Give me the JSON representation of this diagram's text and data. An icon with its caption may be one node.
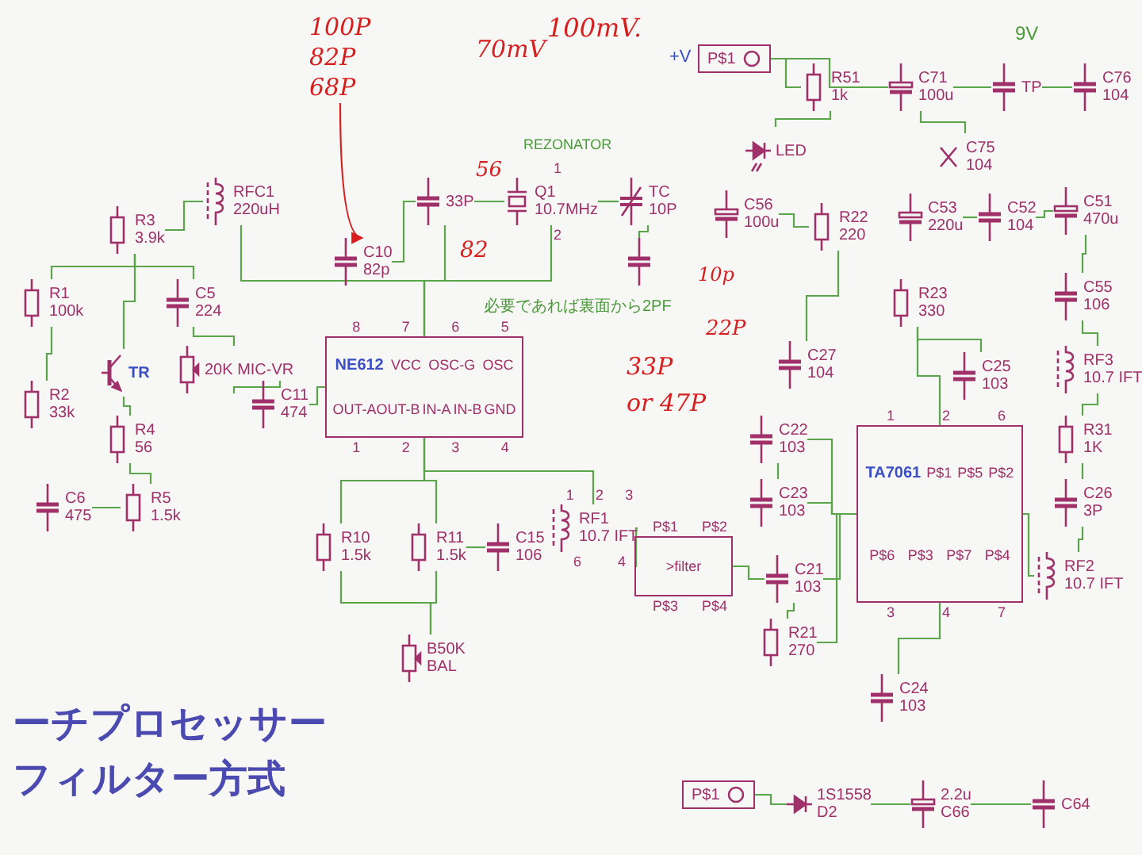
{
  "diagram": {
    "nodes": [
      {
        "text": [
          "100P",
          "82P",
          "68P"
        ]
      },
      {
        "text": [
          "P$1"
        ],
        "beside": [
          "+V"
        ]
      },
      {
        "text": [
          "R51",
          "1k"
        ]
      },
      {
        "text": [
          "LED"
        ]
      },
      {
        "text": [
          "C71",
          "100u"
        ]
      },
      {
        "text": [
          "C75",
          "104"
        ]
      },
      {
        "text": [
          "TP"
        ]
      },
      {
        "text": [
          "C76",
          "104"
        ]
      },
      {
        "text": [
          "RFC1",
          "220uH"
        ]
      },
      {
        "text": [
          "C10",
          "82p"
        ]
      },
      {
        "text": [
          "33P"
        ]
      },
      {
        "text": [
          "Q1",
          "10.7MHz"
        ],
        "beside": [
          "1",
          "2"
        ]
      },
      {
        "text": [
          "TC",
          "10P"
        ]
      },
      {
        "text": [],
        "shape": "capacitor"
      },
      {
        "text": [
          "C56",
          "100u"
        ]
      },
      {
        "text": [
          "R22",
          "220"
        ]
      },
      {
        "text": [
          "C53",
          "220u"
        ]
      },
      {
        "text": [
          "C52",
          "104"
        ]
      },
      {
        "text": [
          "C51",
          "470u"
        ]
      },
      {
        "text": [
          "R1",
          "100k"
        ]
      },
      {
        "text": [
          "R3",
          "3.9k"
        ]
      },
      {
        "text": [
          "C5",
          "224"
        ]
      },
      {
        "text": [
          "TR"
        ]
      },
      {
        "text": [
          "20K MIC-VR"
        ]
      },
      {
        "text": [
          "R2",
          "33k"
        ]
      },
      {
        "text": [
          "R4",
          "56"
        ]
      },
      {
        "text": [
          "C11",
          "474"
        ]
      },
      {
        "text": [
          "NE612",
          "VCC",
          "OSC-G",
          "OSC",
          "OUT-AOUT-B",
          "IN-A",
          "IN-B",
          "GND"
        ],
        "beside": [
          "8",
          "7",
          "6",
          "5",
          "1",
          "2",
          "3",
          "4"
        ]
      },
      {
        "text": [
          "R23",
          "330"
        ]
      },
      {
        "text": [
          "C55",
          "106"
        ]
      },
      {
        "text": [
          "C27",
          "104"
        ]
      },
      {
        "text": [
          "C25",
          "103"
        ]
      },
      {
        "text": [
          "RF3",
          "10.7 IFT"
        ]
      },
      {
        "text": [
          "C6",
          "475"
        ]
      },
      {
        "text": [
          "R5",
          "1.5k"
        ]
      },
      {
        "text": [
          "C22",
          "103"
        ]
      },
      {
        "text": [
          "TA7061",
          "P$1",
          "P$5",
          "P$2",
          "P$6",
          "P$3",
          "P$7",
          "P$4"
        ],
        "beside": [
          "1",
          "2",
          "6",
          "3",
          "4",
          "7"
        ]
      },
      {
        "text": [
          "R31",
          "1K"
        ]
      },
      {
        "text": [
          "C23",
          "103"
        ]
      },
      {
        "text": [
          "R10",
          "1.5k"
        ]
      },
      {
        "text": [
          "R11",
          "1.5k"
        ]
      },
      {
        "text": [
          "C15",
          "106"
        ]
      },
      {
        "text": [
          "RF1",
          "10.7 IFT"
        ],
        "beside": [
          "1",
          "2",
          "3",
          "6",
          "4"
        ]
      },
      {
        "text": [
          ">filter"
        ],
        "beside": [
          "P$1",
          "P$2",
          "P$3",
          "P$4"
        ]
      },
      {
        "text": [
          "C21",
          "103"
        ]
      },
      {
        "text": [
          "RF2",
          "10.7 IFT"
        ]
      },
      {
        "text": [
          "C26",
          "3P"
        ]
      },
      {
        "text": [
          "R21",
          "270"
        ]
      },
      {
        "text": [
          "C24",
          "103"
        ]
      },
      {
        "text": [
          "B50K",
          "BAL"
        ]
      },
      {
        "text": [
          "P$1"
        ]
      },
      {
        "text": [
          "1S1558",
          "D2"
        ]
      },
      {
        "text": [
          "2.2u",
          "C66"
        ]
      },
      {
        "text": [
          "C64"
        ]
      }
    ],
    "edges": [
      {
        "from": 0,
        "to": 9,
        "arrow": "to",
        "color": "#d62020"
      },
      {
        "from": 1,
        "to": 2,
        "arrow": "none"
      },
      {
        "from": 2,
        "to": 3,
        "arrow": "none"
      },
      {
        "from": 1,
        "to": 4,
        "arrow": "none"
      },
      {
        "from": 4,
        "to": 6,
        "arrow": "none"
      },
      {
        "from": 6,
        "to": 7,
        "arrow": "none"
      },
      {
        "from": 4,
        "to": 5,
        "arrow": "none"
      },
      {
        "from": 19,
        "to": 24,
        "arrow": "none"
      },
      {
        "from": 19,
        "to": 20,
        "arrow": "none"
      },
      {
        "from": 20,
        "to": 8,
        "arrow": "none"
      },
      {
        "from": 20,
        "to": 21,
        "arrow": "none"
      },
      {
        "from": 20,
        "to": 22,
        "arrow": "none"
      },
      {
        "from": 22,
        "to": 25,
        "arrow": "none"
      },
      {
        "from": 25,
        "to": 34,
        "arrow": "none"
      },
      {
        "from": 34,
        "to": 33,
        "arrow": "none"
      },
      {
        "from": 21,
        "to": 23,
        "arrow": "none"
      },
      {
        "from": 23,
        "to": 26,
        "arrow": "none"
      },
      {
        "from": 26,
        "to": 27,
        "arrow": "none"
      },
      {
        "from": 8,
        "to": 27,
        "arrow": "none"
      },
      {
        "from": 9,
        "to": 10,
        "arrow": "none"
      },
      {
        "from": 10,
        "to": 11,
        "arrow": "none"
      },
      {
        "from": 11,
        "to": 12,
        "arrow": "none"
      },
      {
        "from": 12,
        "to": 13,
        "arrow": "none"
      },
      {
        "from": 10,
        "to": 27,
        "arrow": "none"
      },
      {
        "from": 11,
        "to": 27,
        "arrow": "none"
      },
      {
        "from": 27,
        "to": 39,
        "arrow": "none"
      },
      {
        "from": 27,
        "to": 40,
        "arrow": "none"
      },
      {
        "from": 40,
        "to": 41,
        "arrow": "none"
      },
      {
        "from": 39,
        "to": 49,
        "arrow": "none"
      },
      {
        "from": 40,
        "to": 49,
        "arrow": "none"
      },
      {
        "from": 27,
        "to": 42,
        "arrow": "none"
      },
      {
        "from": 42,
        "to": 43,
        "arrow": "none"
      },
      {
        "from": 43,
        "to": 44,
        "arrow": "none"
      },
      {
        "from": 44,
        "to": 36,
        "arrow": "none"
      },
      {
        "from": 44,
        "to": 47,
        "arrow": "none"
      },
      {
        "from": 47,
        "to": 36,
        "arrow": "none"
      },
      {
        "from": 48,
        "to": 36,
        "arrow": "none"
      },
      {
        "from": 35,
        "to": 36,
        "arrow": "none"
      },
      {
        "from": 38,
        "to": 36,
        "arrow": "none"
      },
      {
        "from": 35,
        "to": 38,
        "arrow": "none"
      },
      {
        "from": 14,
        "to": 15,
        "arrow": "none"
      },
      {
        "from": 15,
        "to": 30,
        "arrow": "none"
      },
      {
        "from": 28,
        "to": 31,
        "arrow": "none"
      },
      {
        "from": 28,
        "to": 36,
        "arrow": "none"
      },
      {
        "from": 16,
        "to": 17,
        "arrow": "none"
      },
      {
        "from": 17,
        "to": 18,
        "arrow": "none"
      },
      {
        "from": 18,
        "to": 29,
        "arrow": "none"
      },
      {
        "from": 29,
        "to": 32,
        "arrow": "none"
      },
      {
        "from": 36,
        "to": 45,
        "arrow": "none"
      },
      {
        "from": 45,
        "to": 46,
        "arrow": "none"
      },
      {
        "from": 46,
        "to": 37,
        "arrow": "none"
      },
      {
        "from": 37,
        "to": 32,
        "arrow": "none"
      },
      {
        "from": 50,
        "to": 51,
        "arrow": "none"
      },
      {
        "from": 51,
        "to": 52,
        "arrow": "none"
      },
      {
        "from": 52,
        "to": 53,
        "arrow": "none"
      }
    ],
    "labels": [
      "70mV",
      "100mV.",
      "9V",
      "56",
      "REZONATOR",
      "82",
      "10p",
      "必要であれば裏面から2PF",
      "22P",
      "33P",
      "or 47P",
      "ーチプロセッサー",
      "フィルター方式"
    ]
  }
}
